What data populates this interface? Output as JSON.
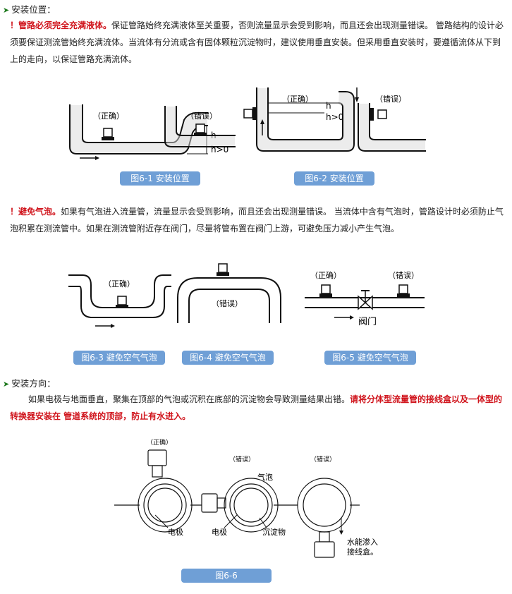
{
  "sections": [
    {
      "title": "安装位置："
    },
    {
      "title": "安装方向："
    }
  ],
  "para1": {
    "red": "！管路必须完全充满液体。",
    "text": "保证管路始终充满液体至关重要，否则流量显示会受到影响，而且还会出现测量错误。 管路结构的设计必须要保证测流管始终充满流体。当流体有分流或含有固体颗粒沉淀物时，建议使用垂直安装。但采用垂直安装时，要遵循流体从下到上的走向，以保证管路充满流体。"
  },
  "para2": {
    "red": "！避免气泡。",
    "text": "如果有气泡进入流量管，流量显示会受到影响，而且还会出现测量错误。 当流体中含有气泡时，管路设计时必须防止气泡积累在测流管中。如果在测流管附近存在阀门，尽量将管布置在阀门上游，可避免压力减小产生气泡。"
  },
  "para3": {
    "text": "如果电极与地面垂直，聚集在顶部的气泡或沉积在底部的沉淀物会导致测量结果出错。",
    "red": "请将分体型流量管的接线盒以及一体型的转换器安装在 管道系统的顶部，防止有水进入。"
  },
  "figures": {
    "fig1": {
      "caption": "图6-1 安装位置",
      "correct": "（正确）",
      "wrong": "（错误）",
      "h": "h",
      "h_gt": "h>0"
    },
    "fig2": {
      "caption": "图6-2 安装位置",
      "correct": "（正确）",
      "wrong": "（错误）",
      "h": "h",
      "h_gt": "h>0"
    },
    "fig3": {
      "caption": "图6-3 避免空气气泡",
      "correct": "（正确）"
    },
    "fig4": {
      "caption": "图6-4 避免空气气泡",
      "wrong": "（错误）"
    },
    "fig5": {
      "caption": "图6-5 避免空气气泡",
      "correct": "（正确）",
      "wrong": "（错误）",
      "valve": "阀门"
    },
    "fig6": {
      "caption": "图6-6",
      "correct": "（正确）",
      "wrong1": "（错误）",
      "wrong2": "（错误）",
      "electrode1": "电极",
      "electrode2": "电极",
      "bubble": "气泡",
      "sediment": "沉淀物",
      "water1": "水能渗入",
      "water2": "接线盒。"
    }
  }
}
